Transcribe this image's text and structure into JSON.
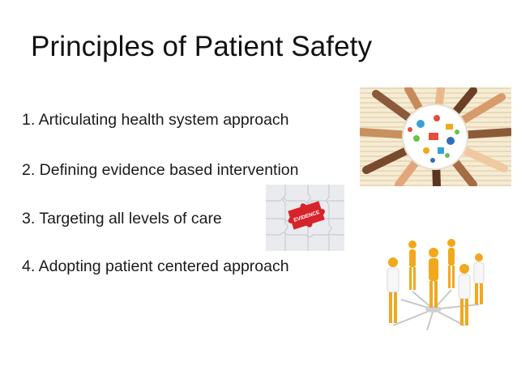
{
  "slide": {
    "title": "Principles of Patient Safety",
    "points": [
      "1. Articulating health system approach",
      "2. Defining evidence based intervention",
      "3. Targeting all levels of care",
      "4. Adopting patient centered approach"
    ]
  },
  "images": {
    "puzzle_piece_label": "EVIDENCE"
  },
  "colors": {
    "text": "#1a1a1a",
    "puzzle_red": "#d8232a",
    "figure_orange": "#f2a81d"
  }
}
